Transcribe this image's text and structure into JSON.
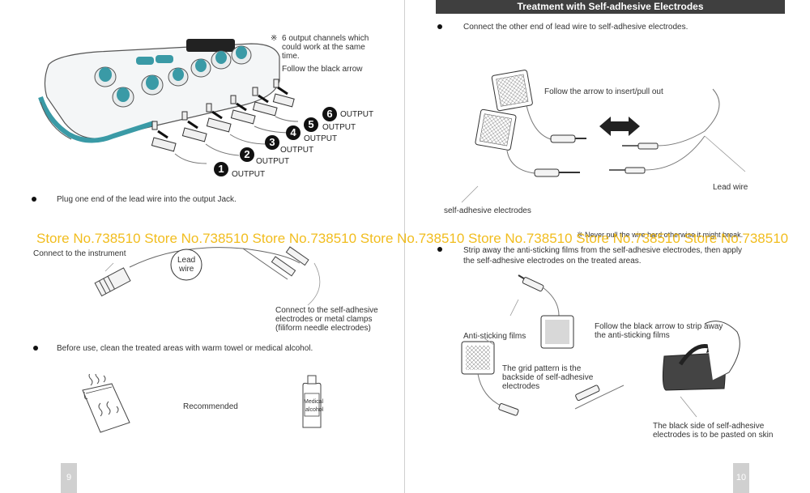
{
  "left_page": {
    "note_mark": "※",
    "note_channels": [
      "6 output channels which",
      "could work at the same",
      "time."
    ],
    "note_arrow": "Follow the black arrow",
    "outputs": [
      {
        "num": "1",
        "label": "OUTPUT"
      },
      {
        "num": "2",
        "label": "OUTPUT"
      },
      {
        "num": "3",
        "label": "OUTPUT"
      },
      {
        "num": "4",
        "label": "OUTPUT"
      },
      {
        "num": "5",
        "label": "OUTPUT"
      },
      {
        "num": "6",
        "label": "OUTPUT"
      }
    ],
    "step1": "Plug one end of the lead wire into the output Jack.",
    "connect_instrument": "Connect to the instrument",
    "lead_wire_circle": [
      "Lead",
      "wire"
    ],
    "connect_electrodes": [
      "Connect to the self-adhesive",
      "electrodes or metal clamps",
      "(filiform needle electrodes)"
    ],
    "step2": "Before use, clean the treated areas with warm towel or medical alcohol.",
    "recommended": "Recommended",
    "bottle_label": [
      "Medical",
      "alcohol"
    ],
    "page_number": "9"
  },
  "right_page": {
    "header": "Treatment with Self-adhesive Electrodes",
    "step1": "Connect the other end of lead wire to self-adhesive electrodes.",
    "arrow_label": "Follow the arrow to insert/pull out",
    "lead_wire": "Lead wire",
    "self_adhesive": "self-adhesive electrodes",
    "warning": "※ Never pull the wire hard otherwise it might break.",
    "step2": [
      "Strip away the anti-sticking films from the self-adhesive electrodes, then apply",
      "the self-adhesive electrodes on the treated areas."
    ],
    "anti_sticking": "Anti-sticking films",
    "follow_black": [
      "Follow the black arrow to strip away",
      "the anti-sticking films"
    ],
    "grid_pattern": [
      "The grid pattern is the",
      "backside of self-adhesive",
      "electrodes"
    ],
    "black_side": [
      "The black side of self-adhesive",
      "electrodes is to be pasted on skin"
    ],
    "page_number": "10"
  },
  "watermark": "Store No.738510 Store No.738510 Store No.738510 Store No.738510 Store No.738510 Store No.738510 Store No.738510",
  "colors": {
    "teal": "#3a9aa6",
    "header_bg": "#3f3f3f",
    "watermark": "#f0b400",
    "page_tab": "#d0d0d0"
  }
}
